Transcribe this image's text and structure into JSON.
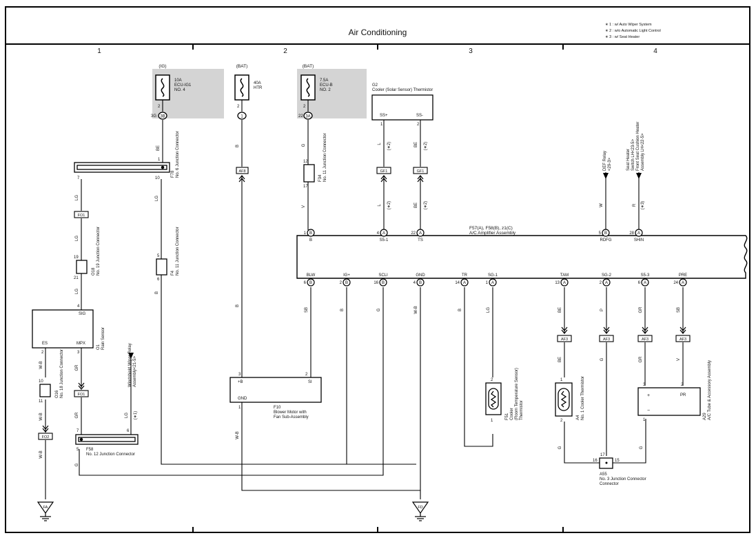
{
  "title": "Air Conditioning",
  "notes": [
    "∗ 1 : w/ Auto Wiper System",
    "∗ 2 : w/o Automatic Light Control",
    "∗ 3 : w/ Seat Heater"
  ],
  "grid_columns": [
    "1",
    "2",
    "3",
    "4"
  ],
  "power": {
    "ig": {
      "source": "(IG)",
      "rating": "10A",
      "name": "ECU-IG1",
      "name2": "NO. 4",
      "pin_a": "2",
      "conn": "3B",
      "pin_c": "3G"
    },
    "bat1": {
      "source": "(BAT)",
      "rating": "40A",
      "name": "HTR",
      "pin_a": "2",
      "conn": "1"
    },
    "bat2": {
      "source": "(BAT)",
      "rating": "7.5A",
      "name": "ECU-B",
      "name2": "NO. 2",
      "pin_a": "2",
      "conn": "3A",
      "pin_c": "22"
    }
  },
  "sensors": {
    "g2": {
      "id": "G2",
      "name": "Cooler (Solar Sensor) Thermistor",
      "pin1": "SS+",
      "pin2": "SS-",
      "n1": "1",
      "n2": "2"
    }
  },
  "connectors": {
    "f78": {
      "id": "F78",
      "name": "No. 6 Junction Connector",
      "p1": "1",
      "p7": "7",
      "p10": "10"
    },
    "f4": {
      "id": "F4",
      "name": "No. 11 Junction Connector",
      "p5": "5",
      "p6": "6"
    },
    "f34": {
      "id": "F34",
      "name": "No. 11 Junction Connector",
      "p12": "12",
      "p17": "17"
    },
    "o18": {
      "id": "O18",
      "name": "No. 19 Junction Connector",
      "p19": "19",
      "p21": "21"
    },
    "o16": {
      "id": "O16",
      "name": "No. 18 Junction Connector",
      "p10": "10",
      "p11": "11"
    },
    "f58": {
      "id": "F58",
      "name": "No. 12 Junction Connector",
      "p5": "5",
      "p6": "6",
      "p7": "7"
    },
    "a55": {
      "id": "A55",
      "name": "No. 3 Junction Connector",
      "p15": "15",
      "p16": "16",
      "p17": "17"
    }
  },
  "inline_conns": {
    "af8": "AF8",
    "gf1a": "GF1",
    "gf1b": "GF1",
    "fo1a": "FO1",
    "fo1b": "FO1",
    "fo2": "FO2",
    "af3a": "AF3",
    "af3b": "AF3",
    "af3c": "AF3",
    "af3d": "AF3"
  },
  "wires": {
    "be": "BE",
    "b": "B",
    "g": "G",
    "lg": "LG",
    "l": "L",
    "v": "V",
    "w": "W",
    "r": "R",
    "sb": "SB",
    "wb": "W-B",
    "gr": "GR",
    "p": "P",
    "note2": "(∗2)",
    "note1": "(∗1)",
    "note3": "(∗3)"
  },
  "amplifier": {
    "title": "F57(A), F58(B), z1(C)",
    "name": "A/C Amplifier Assembly",
    "top_pins": [
      {
        "num": "1",
        "conn": "B",
        "label": "B"
      },
      {
        "num": "4",
        "conn": "A",
        "label": "S5-1"
      },
      {
        "num": "22",
        "conn": "A",
        "label": "TS"
      },
      {
        "num": "5",
        "conn": "B",
        "label": "RDFG"
      },
      {
        "num": "28",
        "conn": "A",
        "label": "SHIN"
      }
    ],
    "bottom_pins": [
      {
        "num": "6",
        "conn": "B",
        "label": "BLW"
      },
      {
        "num": "2",
        "conn": "B",
        "label": "IG+"
      },
      {
        "num": "16",
        "conn": "B",
        "label": "SCLI"
      },
      {
        "num": "4",
        "conn": "B",
        "label": "GND"
      },
      {
        "num": "14",
        "conn": "A",
        "label": "TR"
      },
      {
        "num": "1",
        "conn": "A",
        "label": "SG-1"
      },
      {
        "num": "13",
        "conn": "A",
        "label": "TAM"
      },
      {
        "num": "2",
        "conn": "A",
        "label": "SG-2"
      },
      {
        "num": "6",
        "conn": "A",
        "label": "S5-3"
      },
      {
        "num": "24",
        "conn": "A",
        "label": "PRE"
      }
    ]
  },
  "relays": {
    "def": {
      "name": "DEF Relay",
      "ref": "<29-3>"
    },
    "seat": {
      "name": "Seat Heater",
      "line2": "Switch LH<23-5>",
      "line3": "Front Seat Cushion Heater",
      "line4": "Assembly LH<22-5>"
    },
    "wiper": {
      "name": "Windshield Wiper Relay",
      "line2": "Assembly<21-5>"
    }
  },
  "components": {
    "rain": {
      "id": "O1",
      "name": "Rain Sensor",
      "sig": "SIG",
      "es": "ES",
      "mpx": "MPX",
      "p2": "2",
      "p3": "3",
      "p4": "4"
    },
    "blower": {
      "id": "F10",
      "name": "Blower Motor with",
      "name2": "Fan Sub-Assembly",
      "pb": "+B",
      "si": "SI",
      "gnd": "GND",
      "p1": "1",
      "p2": "2",
      "p3": "3"
    },
    "f51": {
      "id": "F51",
      "name": "Cooler",
      "name2": "(Room Temperature Sensor)",
      "name3": "Thermistor",
      "p1": "1",
      "p2": "2"
    },
    "a4": {
      "id": "A4",
      "name": "No. 1 Cooler Thermistor",
      "p1": "1",
      "p2": "2"
    },
    "a29": {
      "id": "A29",
      "name": "A/C Tube & Accessory Assembly",
      "pr": "PR",
      "plus": "+",
      "minus": "−",
      "p1": "1",
      "p2": "2",
      "p3": "3"
    }
  },
  "grounds": {
    "fa": "FA",
    "fd": "FD"
  }
}
